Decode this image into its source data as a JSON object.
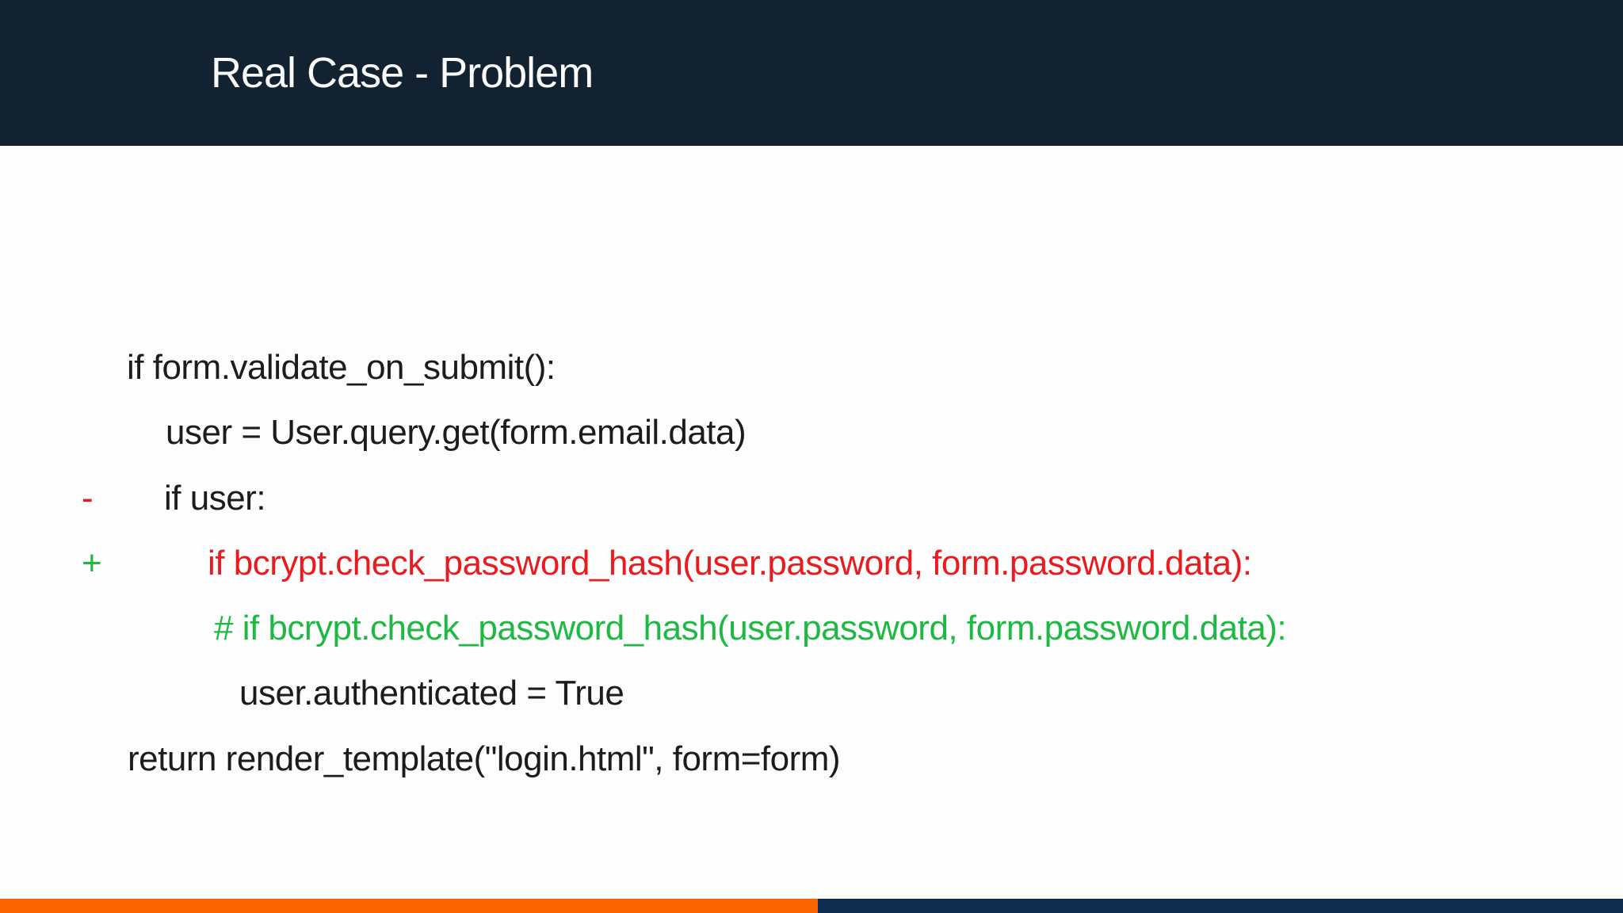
{
  "slide": {
    "title": "Real Case - Problem"
  },
  "code": {
    "lines": [
      {
        "marker": "",
        "type": "context",
        "text": "if form.validate_on_submit():"
      },
      {
        "marker": "",
        "type": "context",
        "text": "user = User.query.get(form.email.data)"
      },
      {
        "marker": "",
        "type": "context",
        "text": "if user:"
      },
      {
        "marker": "-",
        "type": "removed",
        "text": "if bcrypt.check_password_hash(user.password, form.password.data):"
      },
      {
        "marker": "+",
        "type": "added",
        "text": "# if bcrypt.check_password_hash(user.password, form.password.data):"
      },
      {
        "marker": "",
        "type": "context",
        "text": "user.authenticated = True"
      },
      {
        "marker": "",
        "type": "context",
        "text": "return render_template(\"login.html\", form=form)"
      }
    ]
  },
  "colors": {
    "header_background": "#132231",
    "body_background": "#fdfdfd",
    "code_text": "#1c1c1c",
    "removed_line": "#ea1b1e",
    "added_line": "#1eb943",
    "footer_orange": "#fa6400",
    "footer_navy": "#0d2c4e"
  }
}
